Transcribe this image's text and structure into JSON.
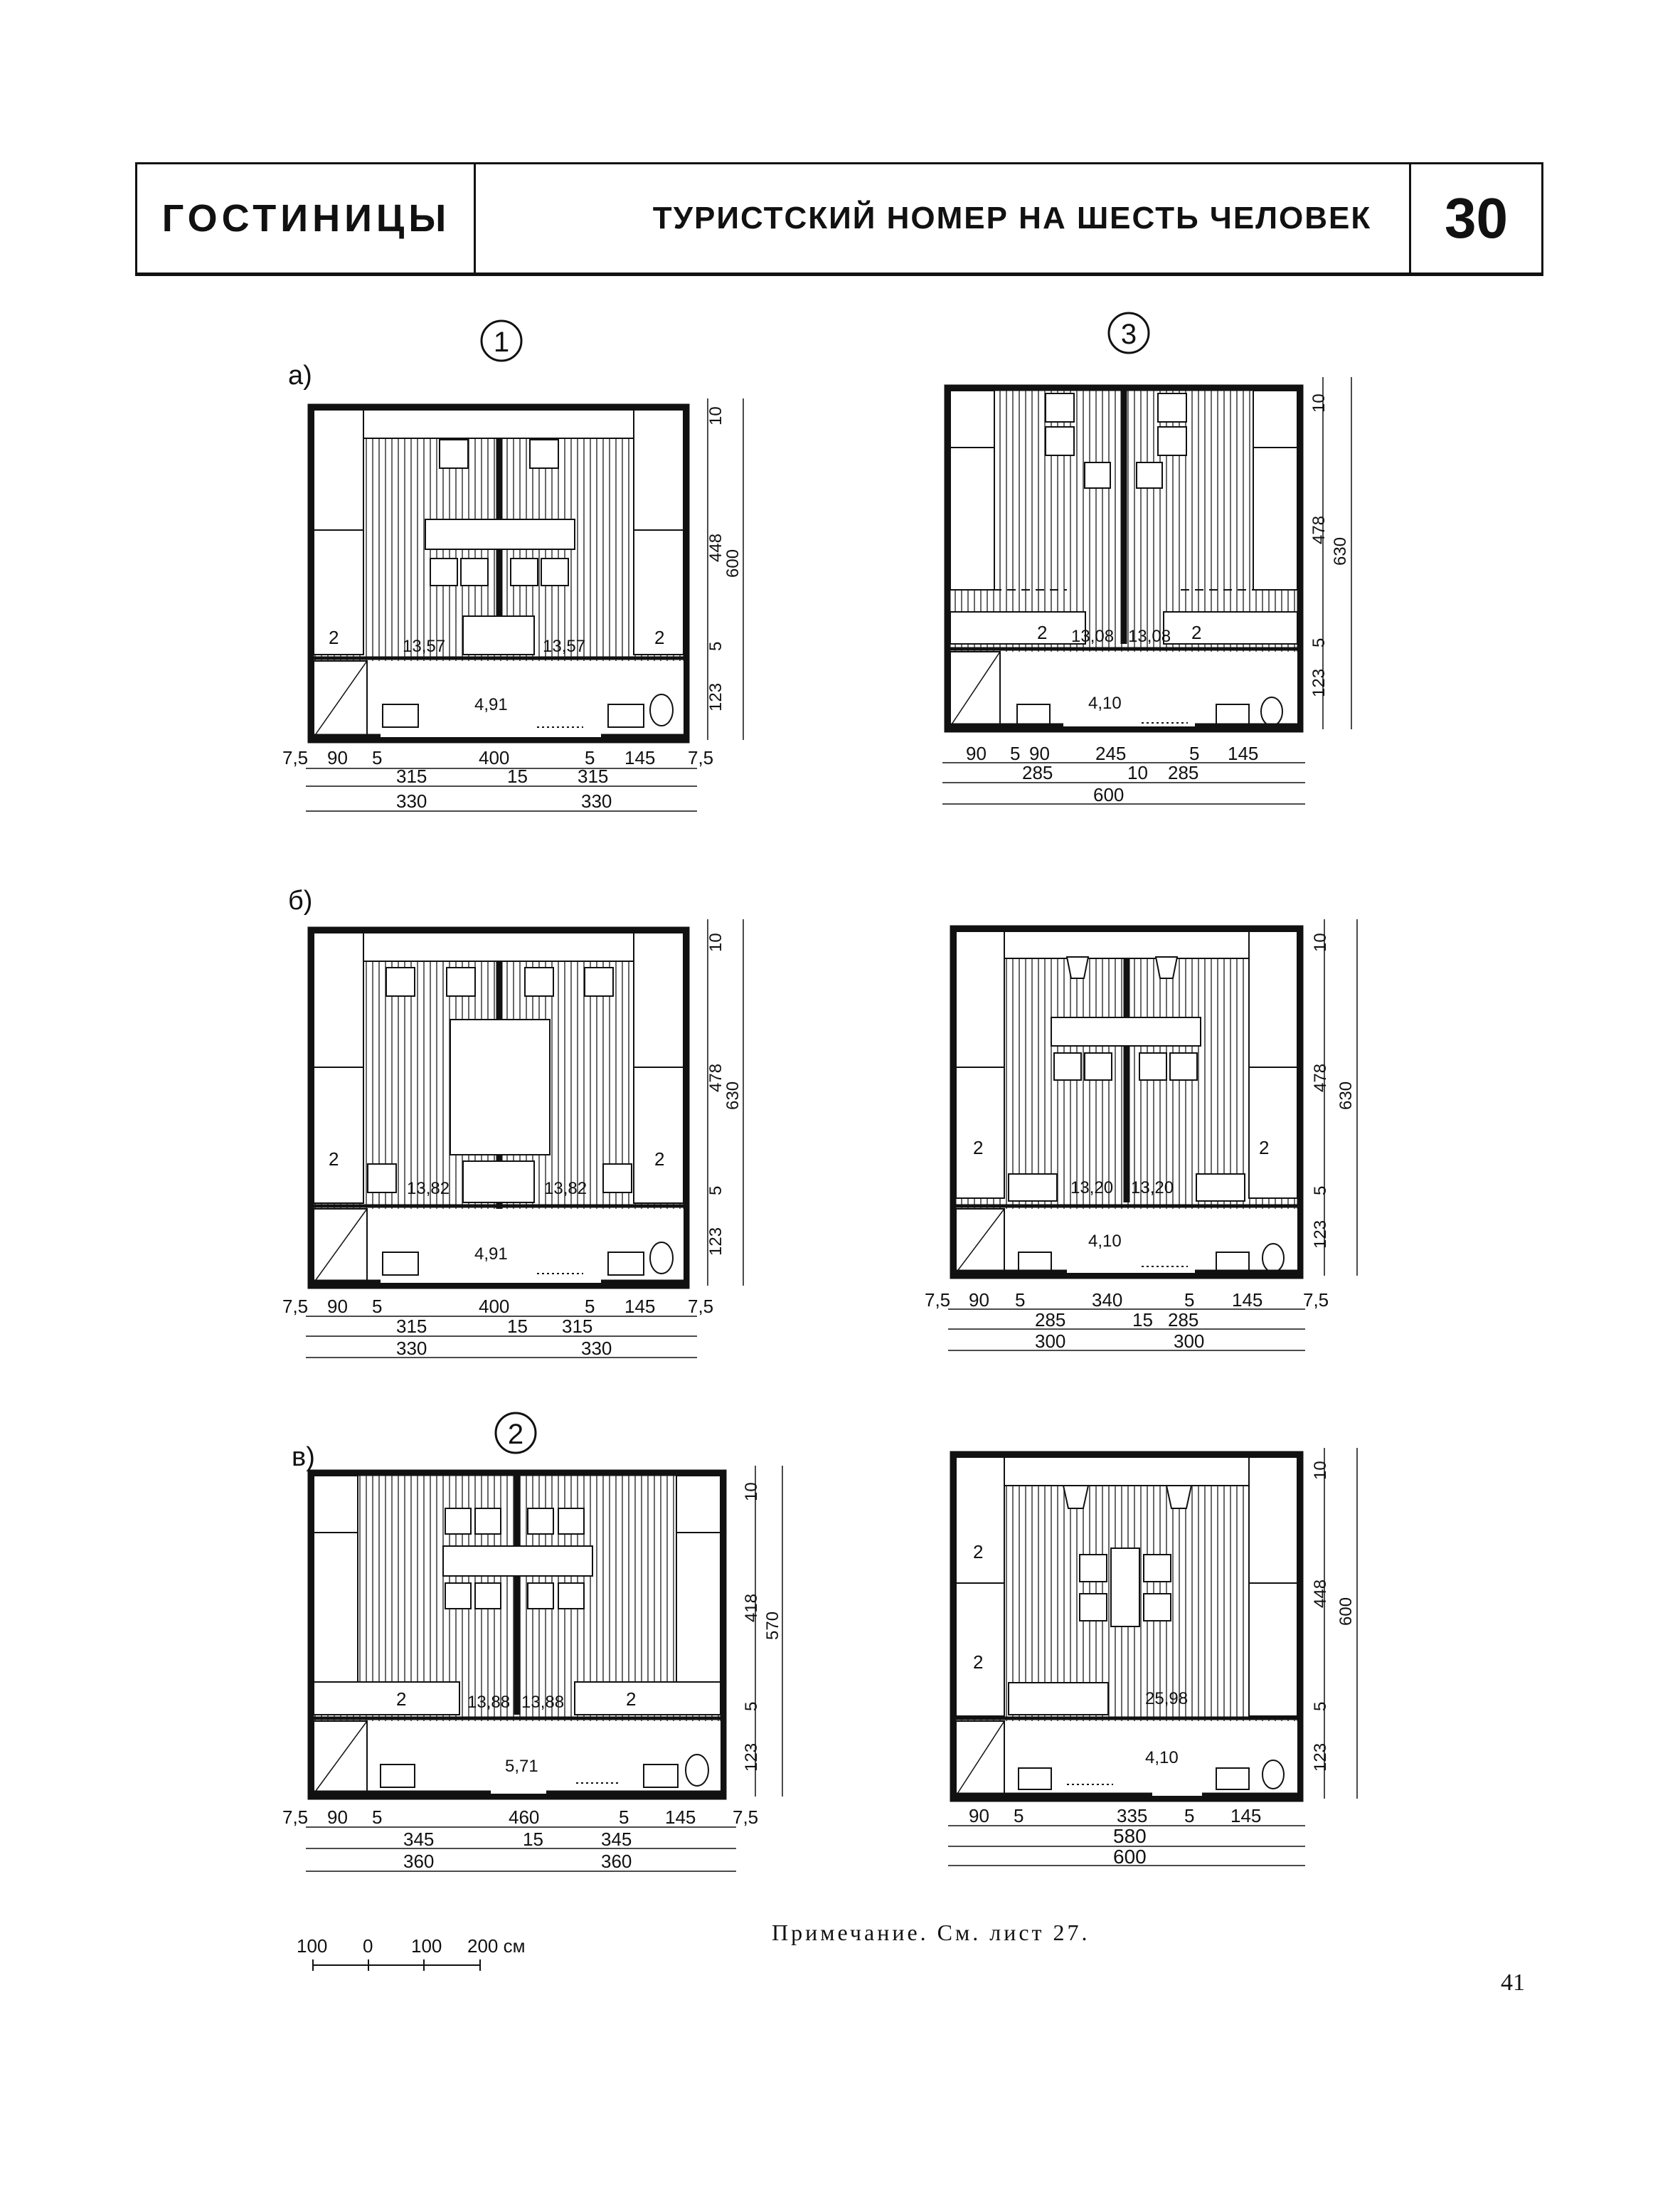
{
  "header": {
    "section": "ГОСТИНИЦЫ",
    "title": "ТУРИСТСКИЙ НОМЕР НА ШЕСТЬ ЧЕЛОВЕК",
    "sheet": "30"
  },
  "variants": {
    "one": "1",
    "two": "2",
    "three": "3",
    "a": "а)",
    "b": "б)",
    "v": "в)"
  },
  "plans": [
    {
      "bed_count": "2",
      "room_area": "13,57",
      "bath_area": "4,91",
      "height_dims": [
        "10",
        "448",
        "5",
        "123",
        "600"
      ],
      "width_row1": [
        "7,5",
        "90",
        "5",
        "400",
        "5",
        "145",
        "7,5"
      ],
      "width_row2": [
        "315",
        "15",
        "315"
      ],
      "width_row3": [
        "330",
        "330"
      ]
    },
    {
      "bed_count": "2",
      "room_area": "13,08",
      "bath_area": "4,10",
      "height_dims": [
        "10",
        "478",
        "5",
        "123",
        "630"
      ],
      "width_row1": [
        "90",
        "5",
        "90",
        "245",
        "5",
        "145"
      ],
      "width_row2": [
        "285",
        "10",
        "285"
      ],
      "width_row3": [
        "600"
      ]
    },
    {
      "bed_count": "2",
      "room_area": "13,82",
      "bath_area": "4,91",
      "height_dims": [
        "10",
        "478",
        "5",
        "123",
        "630"
      ],
      "width_row1": [
        "7,5",
        "90",
        "5",
        "400",
        "5",
        "145",
        "7,5"
      ],
      "width_row2": [
        "315",
        "15",
        "315"
      ],
      "width_row3": [
        "330",
        "330"
      ]
    },
    {
      "bed_count": "2",
      "room_area": "13,20",
      "bath_area": "4,10",
      "height_dims": [
        "10",
        "478",
        "5",
        "123",
        "630"
      ],
      "width_row1": [
        "7,5",
        "90",
        "5",
        "340",
        "5",
        "145",
        "7,5"
      ],
      "width_row2": [
        "285",
        "15",
        "285"
      ],
      "width_row3": [
        "300",
        "300"
      ]
    },
    {
      "bed_count": "2",
      "room_area": "13,88",
      "bath_area": "5,71",
      "height_dims": [
        "10",
        "418",
        "5",
        "123",
        "570"
      ],
      "width_row1": [
        "7,5",
        "90",
        "5",
        "460",
        "5",
        "145",
        "7,5"
      ],
      "width_row2": [
        "345",
        "15",
        "345"
      ],
      "width_row3": [
        "360",
        "360"
      ]
    },
    {
      "bed_count": "2",
      "room_area": "25,98",
      "bath_area": "4,10",
      "height_dims": [
        "10",
        "448",
        "5",
        "123",
        "600"
      ],
      "width_row1": [
        "90",
        "5",
        "335",
        "5",
        "145"
      ],
      "width_row2": [
        "580"
      ],
      "width_row3": [
        "600"
      ]
    }
  ],
  "scale": {
    "labels": [
      "100",
      "0",
      "100",
      "200 см"
    ]
  },
  "note": "Примечание. См. лист 27.",
  "page_number": "41"
}
